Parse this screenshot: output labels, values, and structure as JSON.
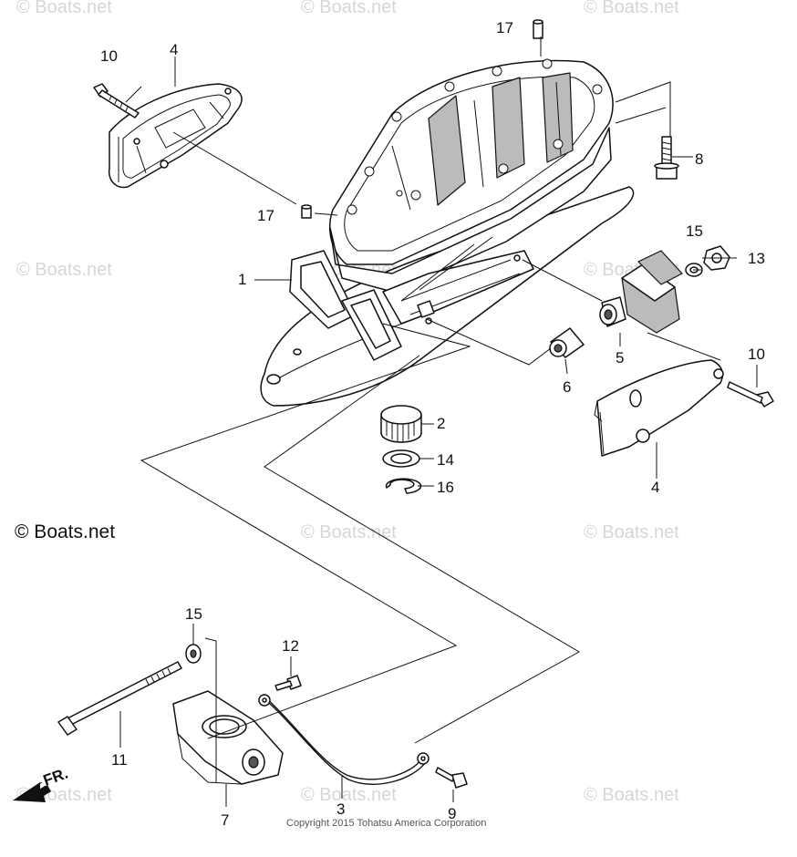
{
  "callouts": [
    {
      "id": "c17a",
      "text": "17"
    },
    {
      "id": "c10a",
      "text": "10"
    },
    {
      "id": "c4a",
      "text": "4"
    },
    {
      "id": "c8",
      "text": "8"
    },
    {
      "id": "c17b",
      "text": "17"
    },
    {
      "id": "c15a",
      "text": "15"
    },
    {
      "id": "c13",
      "text": "13"
    },
    {
      "id": "c1",
      "text": "1"
    },
    {
      "id": "c5",
      "text": "5"
    },
    {
      "id": "c6",
      "text": "6"
    },
    {
      "id": "c10b",
      "text": "10"
    },
    {
      "id": "c2",
      "text": "2"
    },
    {
      "id": "c14",
      "text": "14"
    },
    {
      "id": "c16",
      "text": "16"
    },
    {
      "id": "c4b",
      "text": "4"
    },
    {
      "id": "c15b",
      "text": "15"
    },
    {
      "id": "c12",
      "text": "12"
    },
    {
      "id": "c11",
      "text": "11"
    },
    {
      "id": "c7",
      "text": "7"
    },
    {
      "id": "c3",
      "text": "3"
    },
    {
      "id": "c9",
      "text": "9"
    }
  ],
  "watermark": "© Boats.net",
  "watermark_main": "© Boats.net",
  "direction_label": "FR.",
  "copyright": "Copyright 2015 Tohatsu America Corporation"
}
